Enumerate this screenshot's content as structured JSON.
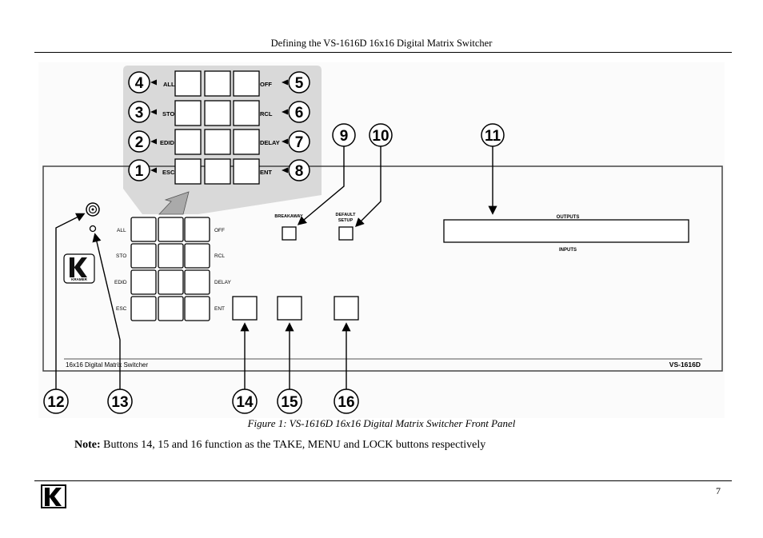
{
  "page": {
    "header_title": "Defining the VS-1616D 16x16 Digital Matrix Switcher",
    "page_number": "7",
    "footer_logo": "kramer-logo-icon"
  },
  "figure": {
    "caption": "Figure 1: VS-1616D 16x16 Digital Matrix Switcher Front Panel",
    "panel_model_label": "16x16 Digital Matrix Switcher",
    "panel_model_id": "VS-1616D",
    "logo_text": "KRAMER",
    "keypad_left_labels": [
      "ALL",
      "STO",
      "EDID",
      "ESC"
    ],
    "keypad_right_labels": [
      "OFF",
      "RCL",
      "DELAY",
      "ENT"
    ],
    "inset_left_callouts": [
      "4",
      "3",
      "2",
      "1"
    ],
    "inset_right_callouts": [
      "5",
      "6",
      "7",
      "8"
    ],
    "breakaway_label": "BREAKAWAY",
    "default_setup_label_1": "DEFAULT",
    "default_setup_label_2": "SETUP",
    "display_top_label": "OUTPUTS",
    "display_bottom_label": "INPUTS",
    "callouts": {
      "c9": "9",
      "c10": "10",
      "c11": "11",
      "c12": "12",
      "c13": "13",
      "c14": "14",
      "c15": "15",
      "c16": "16"
    }
  },
  "note": {
    "label": "Note:",
    "text": " Buttons 14, 15 and 16 function as the TAKE, MENU and LOCK buttons respectively"
  }
}
